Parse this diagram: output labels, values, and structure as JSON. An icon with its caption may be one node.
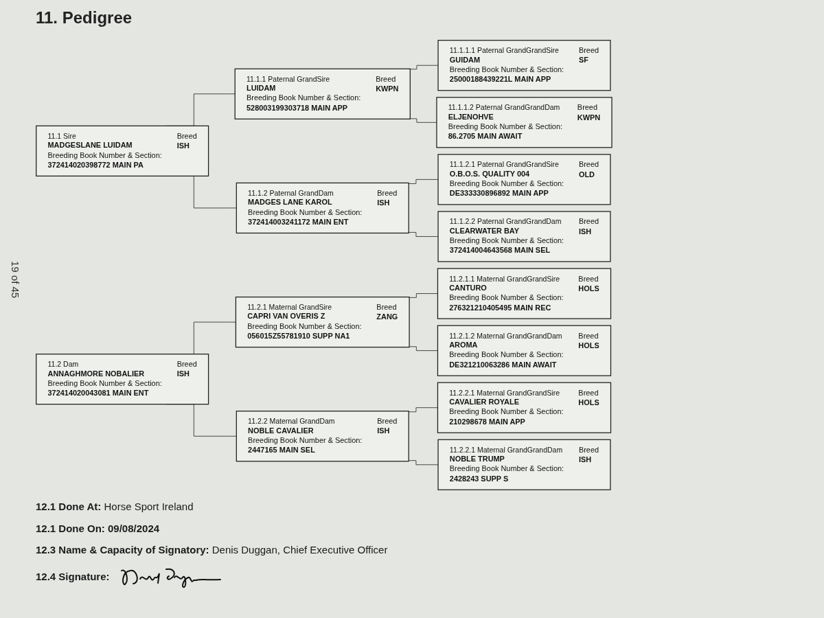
{
  "diagram": {
    "title": "11. Pedigree",
    "nodes": [
      {
        "text": [
          "11.1 Sire",
          "MADGESLANE LUIDAM",
          "Breeding Book Number & Section:",
          "372414020398772 MAIN PA",
          "Breed",
          "ISH"
        ]
      },
      {
        "text": [
          "11.1.1 Paternal GrandSire",
          "LUIDAM",
          "Breeding Book Number & Section:",
          "528003199303718 MAIN APP",
          "Breed",
          "KWPN"
        ]
      },
      {
        "text": [
          "11.1.1.1 Paternal GrandGrandSire",
          "GUIDAM",
          "Breeding Book Number & Section:",
          "25000188439221L MAIN APP",
          "Breed",
          "SF"
        ]
      },
      {
        "text": [
          "11.1.1.2 Paternal GrandGrandDam",
          "ELJENOHVE",
          "Breeding Book Number & Section:",
          "86.2705 MAIN AWAIT",
          "Breed",
          "KWPN"
        ]
      },
      {
        "text": [
          "11.1.2 Paternal GrandDam",
          "MADGES LANE KAROL",
          "Breeding Book Number & Section:",
          "372414003241172 MAIN ENT",
          "Breed",
          "ISH"
        ]
      },
      {
        "text": [
          "11.1.2.1 Paternal GrandGrandSire",
          "O.B.O.S. QUALITY 004",
          "Breeding Book Number & Section:",
          "DE333330896892 MAIN APP",
          "Breed",
          "OLD"
        ]
      },
      {
        "text": [
          "11.1.2.2 Paternal GrandGrandDam",
          "CLEARWATER BAY",
          "Breeding Book Number & Section:",
          "372414004643568 MAIN SEL",
          "Breed",
          "ISH"
        ]
      },
      {
        "text": [
          "11.2 Dam",
          "ANNAGHMORE NOBALIER",
          "Breeding Book Number & Section:",
          "372414020043081 MAIN ENT",
          "Breed",
          "ISH"
        ]
      },
      {
        "text": [
          "11.2.1 Maternal GrandSire",
          "CAPRI VAN OVERIS Z",
          "Breeding Book Number & Section:",
          "056015Z55781910 SUPP NA1",
          "Breed",
          "ZANG"
        ]
      },
      {
        "text": [
          "11.2.1.1 Maternal GrandGrandSire",
          "CANTURO",
          "Breeding Book Number & Section:",
          "276321210405495 MAIN REC",
          "Breed",
          "HOLS"
        ]
      },
      {
        "text": [
          "11.2.1.2 Maternal GrandGrandDam",
          "AROMA",
          "Breeding Book Number & Section:",
          "DE321210063286 MAIN AWAIT",
          "Breed",
          "HOLS"
        ]
      },
      {
        "text": [
          "11.2.2 Maternal GrandDam",
          "NOBLE CAVALIER",
          "Breeding Book Number & Section:",
          "2447165 MAIN SEL",
          "Breed",
          "ISH"
        ]
      },
      {
        "text": [
          "11.2.2.1 Maternal GrandGrandSire",
          "CAVALIER ROYALE",
          "Breeding Book Number & Section:",
          "210298678 MAIN APP",
          "Breed",
          "HOLS"
        ]
      },
      {
        "text": [
          "11.2.2.1 Maternal GrandGrandDam",
          "NOBLE TRUMP",
          "Breeding Book Number & Section:",
          "2428243 SUPP S",
          "Breed",
          "ISH"
        ]
      }
    ],
    "edges": [
      {
        "from": 0,
        "to": 1,
        "arrow": "none"
      },
      {
        "from": 0,
        "to": 4,
        "arrow": "none"
      },
      {
        "from": 1,
        "to": 2,
        "arrow": "none"
      },
      {
        "from": 1,
        "to": 3,
        "arrow": "none"
      },
      {
        "from": 4,
        "to": 5,
        "arrow": "none"
      },
      {
        "from": 4,
        "to": 6,
        "arrow": "none"
      },
      {
        "from": 7,
        "to": 8,
        "arrow": "none"
      },
      {
        "from": 7,
        "to": 11,
        "arrow": "none"
      },
      {
        "from": 8,
        "to": 9,
        "arrow": "none"
      },
      {
        "from": 8,
        "to": 10,
        "arrow": "none"
      },
      {
        "from": 11,
        "to": 12,
        "arrow": "none"
      },
      {
        "from": 11,
        "to": 13,
        "arrow": "none"
      }
    ],
    "labels": [
      "19 of 45",
      "**12.1 Done At:** Horse Sport Ireland",
      "12.1 Done On: 09/08/2024",
      "**12.3 Name & Capacity of Signatory:** Denis Duggan, Chief Executive Officer",
      "12.4 Signature:"
    ]
  }
}
